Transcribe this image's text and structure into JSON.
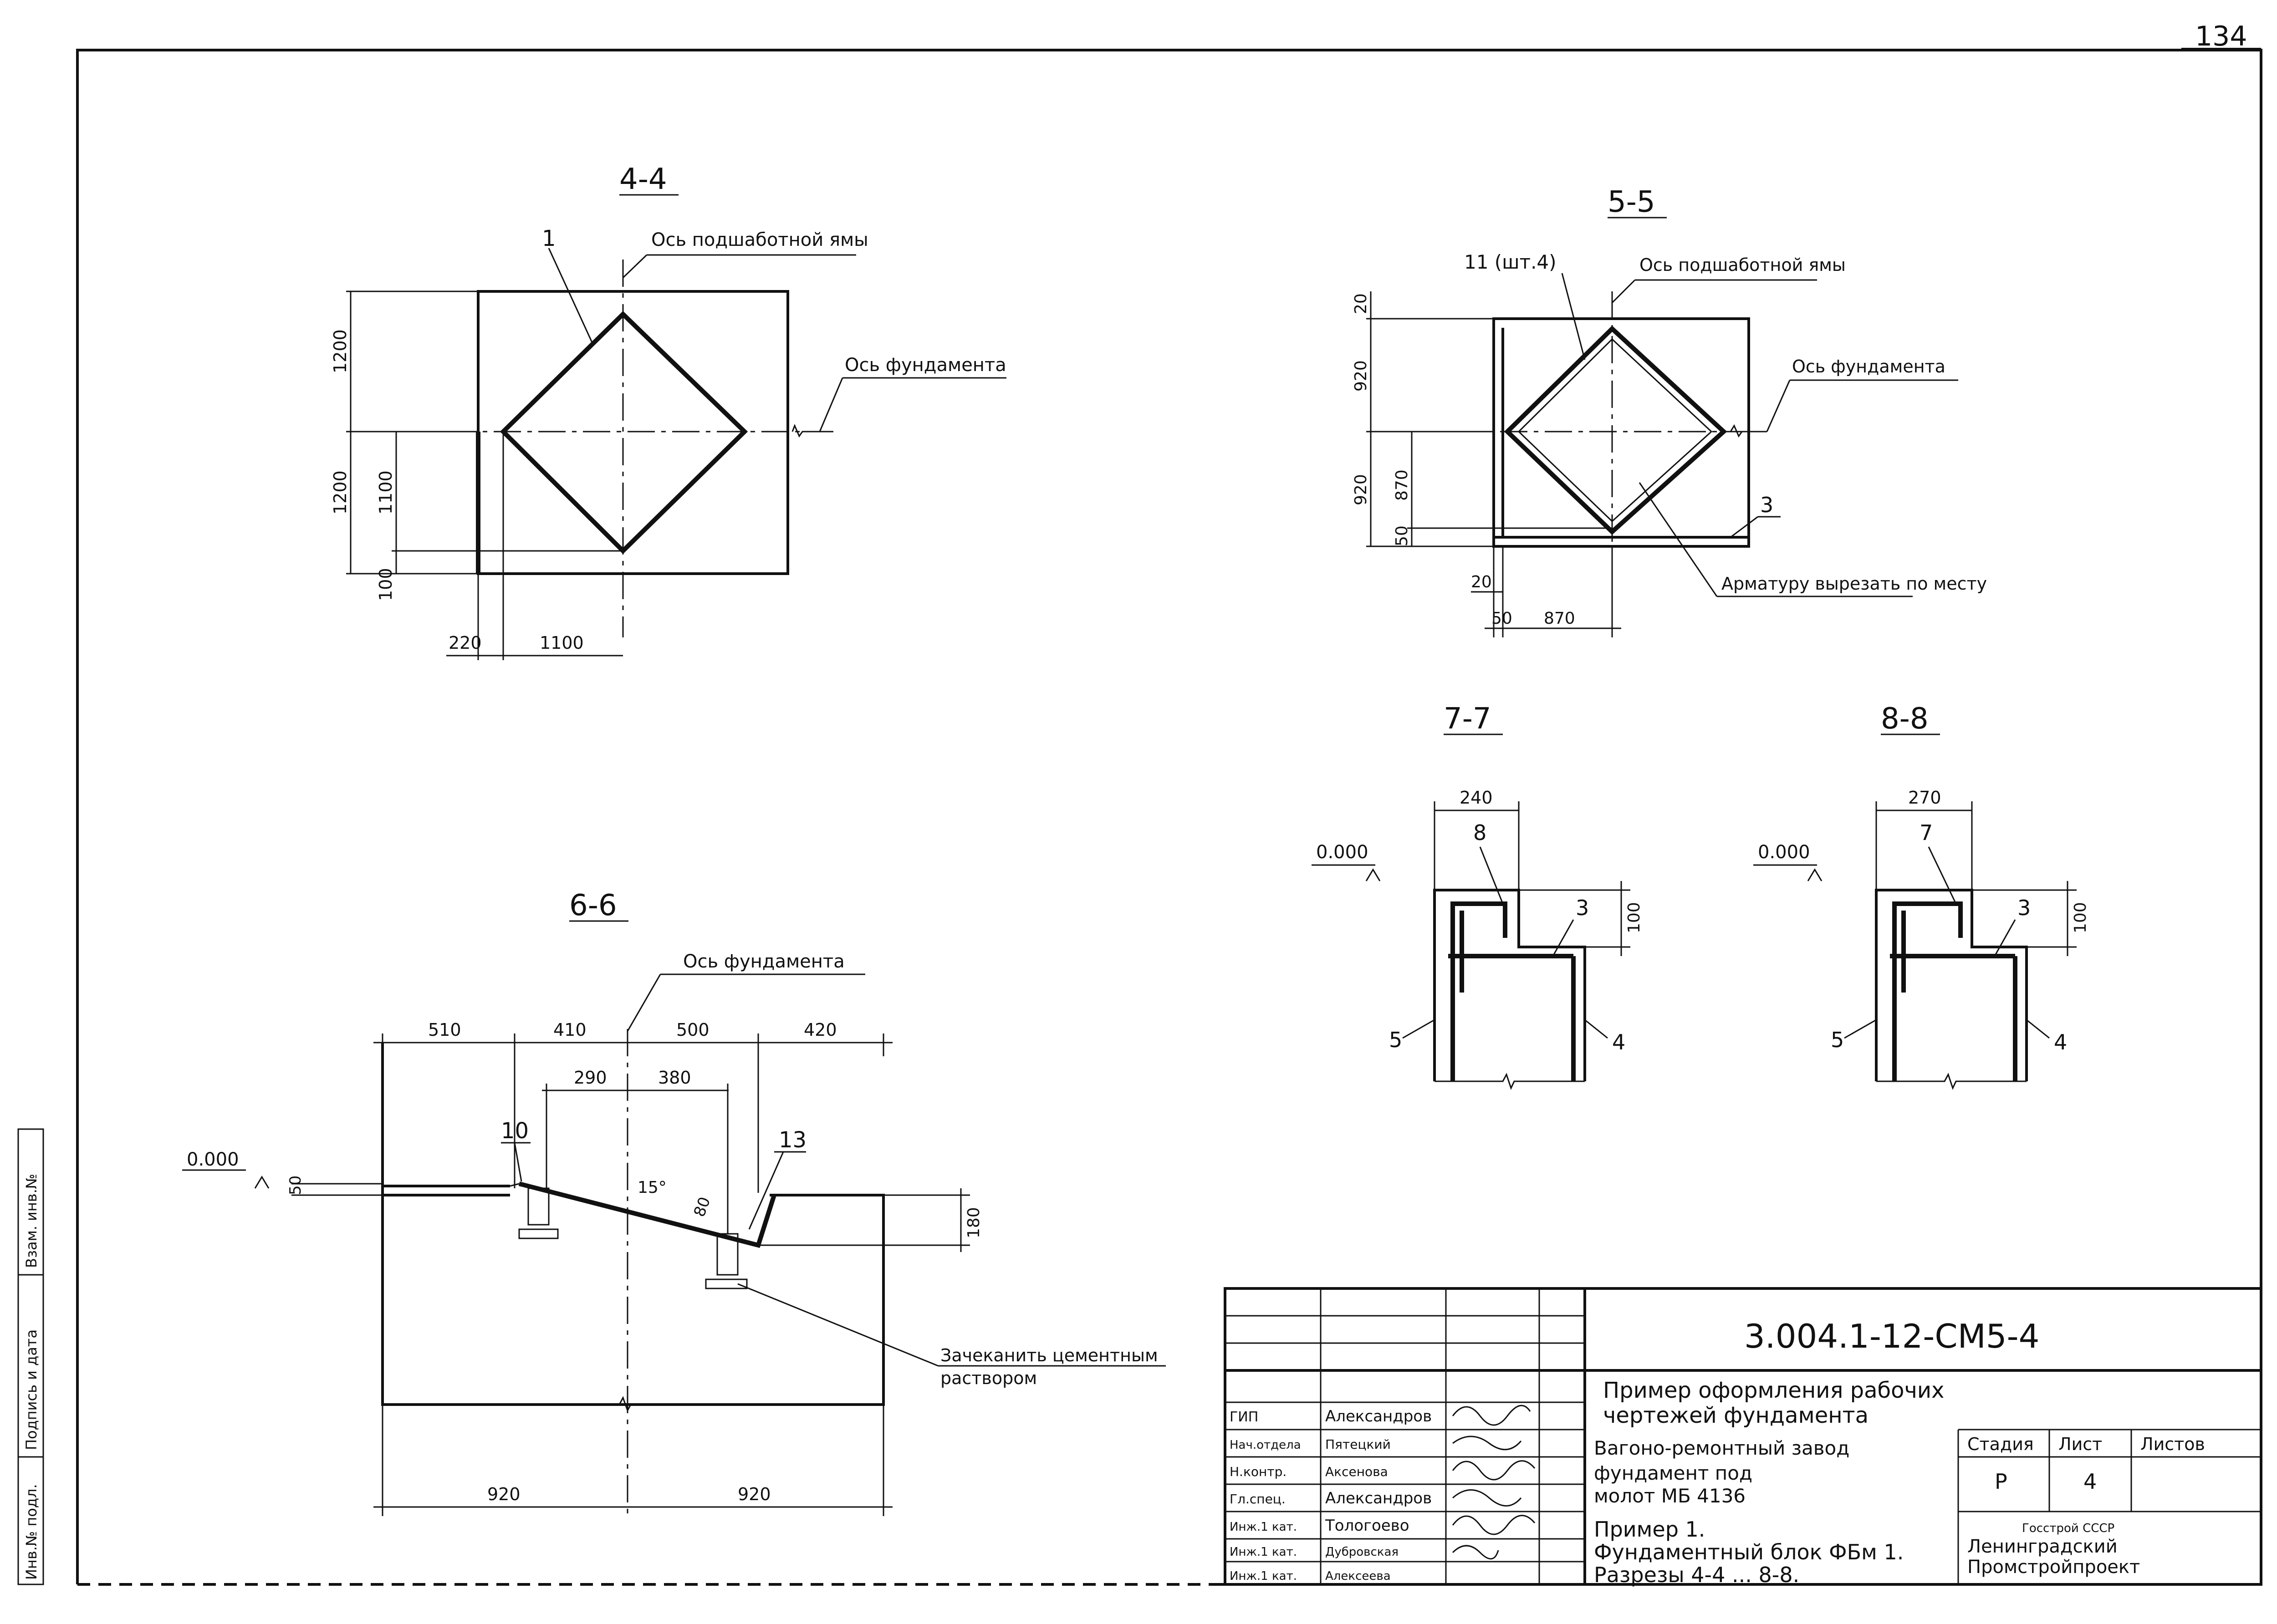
{
  "page_number": "134",
  "views": {
    "s44": {
      "title": "4-4",
      "callout": "1",
      "axis_pit": "Ось подшаботной ямы",
      "axis_found": "Ось фундамента",
      "dims": {
        "v1": "1200",
        "v2": "1200",
        "v3": "1100",
        "v4": "100",
        "h1": "220",
        "h2": "1100"
      }
    },
    "s55": {
      "title": "5-5",
      "callout": "11 (шт.4)",
      "axis_pit": "Ось подшаботной ямы",
      "axis_found": "Ось фундамента",
      "callout3": "3",
      "note": "Арматуру вырезать по месту",
      "dims": {
        "v1": "20",
        "v2": "920",
        "v3": "920",
        "v4": "870",
        "v5": "50",
        "h1": "20",
        "h2": "50",
        "h3": "870"
      }
    },
    "s66": {
      "title": "6-6",
      "axis_found": "Ось фундамента",
      "level": "0.000",
      "callout10": "10",
      "callout13": "13",
      "angle": "15°",
      "note": "Зачеканить цементным раствором",
      "dims": {
        "d510": "510",
        "d410": "410",
        "d500": "500",
        "d420": "420",
        "d290": "290",
        "d380": "380",
        "d50": "50",
        "d80": "80",
        "d180": "180",
        "d920a": "920",
        "d920b": "920"
      }
    },
    "s77": {
      "title": "7-7",
      "level": "0.000",
      "dim_w": "240",
      "dim_h": "100",
      "c8": "8",
      "c3": "3",
      "c5": "5",
      "c4": "4"
    },
    "s88": {
      "title": "8-8",
      "level": "0.000",
      "dim_w": "270",
      "dim_h": "100",
      "c7": "7",
      "c3": "3",
      "c5": "5",
      "c4": "4"
    }
  },
  "side_stamp": [
    "Инв.№ подл.",
    "Подпись и дата",
    "Взам. инв.№"
  ],
  "title_block": {
    "code": "3.004.1-12-СМ5-4",
    "subtitle1": "Пример оформления рабочих",
    "subtitle2": "чертежей фундамента",
    "project1": "Вагоно-ремонтный завод",
    "project2": "фундамент под",
    "project3": "молот   МБ 4136",
    "sheet1": "Пример 1.",
    "sheet2": "Фундаментный блок ФБм 1.",
    "sheet3": "Разрезы 4-4 ... 8-8.",
    "h_stage": "Стадия",
    "h_sheet": "Лист",
    "h_sheets": "Листов",
    "stage": "Р",
    "sheet": "4",
    "org1": "Госстрой СССР",
    "org2": "Ленинградский",
    "org3": "Промстройпроект",
    "staff": [
      {
        "role": "ГИП",
        "name": "Александров"
      },
      {
        "role": "Нач.отдела",
        "name": "Пятецкий"
      },
      {
        "role": "Н.контр.",
        "name": "Аксенова"
      },
      {
        "role": "Гл.спец.",
        "name": "Александров"
      },
      {
        "role": "Инж.1 кат.",
        "name": "Тологоево"
      },
      {
        "role": "Инж.1 кат.",
        "name": "Дубровская"
      },
      {
        "role": "Инж.1 кат.",
        "name": "Алексеева"
      }
    ]
  }
}
